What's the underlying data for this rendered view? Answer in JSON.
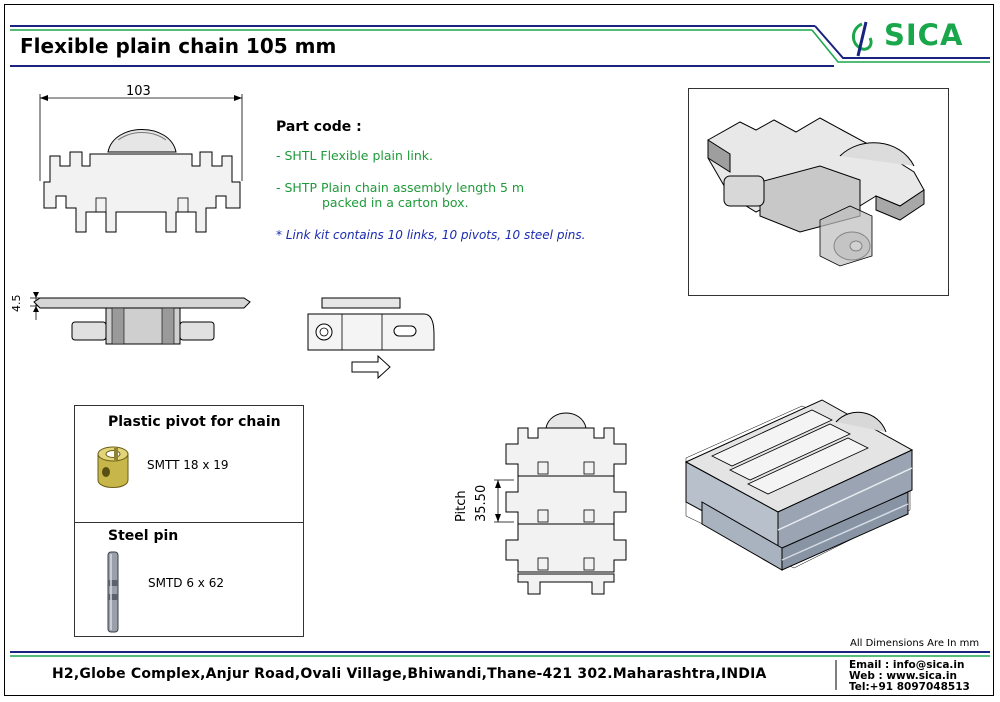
{
  "header": {
    "title": "Flexible plain chain 105 mm",
    "brand": "SICA"
  },
  "top_view": {
    "width_dim": "103"
  },
  "side_view": {
    "height_dim": "4.5"
  },
  "part_code": {
    "heading": "Part code :",
    "items": [
      {
        "code_line": "- SHTL  Flexible plain link."
      },
      {
        "code_line": "- SHTP  Plain chain assembly length 5 m",
        "code_line_2": "packed in a carton box."
      }
    ],
    "note": "* Link kit contains 10 links, 10 pivots, 10 steel pins."
  },
  "accessories": {
    "pivot": {
      "title": "Plastic pivot for chain",
      "code": "SMTT 18 x 19"
    },
    "pin": {
      "title": "Steel pin",
      "code": "SMTD 6 x 62"
    }
  },
  "chain_view": {
    "pitch_label": "Pitch",
    "pitch_value": "35.50"
  },
  "footer": {
    "dimensions_note": "All Dimensions Are In mm",
    "address": "H2,Globe Complex,Anjur Road,Ovali Village,Bhiwandi,Thane-421 302.Maharashtra,INDIA",
    "email": "Email : info@sica.in",
    "web": "Web  : www.sica.in",
    "tel": "Tel:+91 8097048513"
  },
  "colors": {
    "brand_green": "#1aa64a",
    "navy": "#1a237e",
    "text_green": "#1f9a3a",
    "note_blue": "#1a2bb0"
  }
}
